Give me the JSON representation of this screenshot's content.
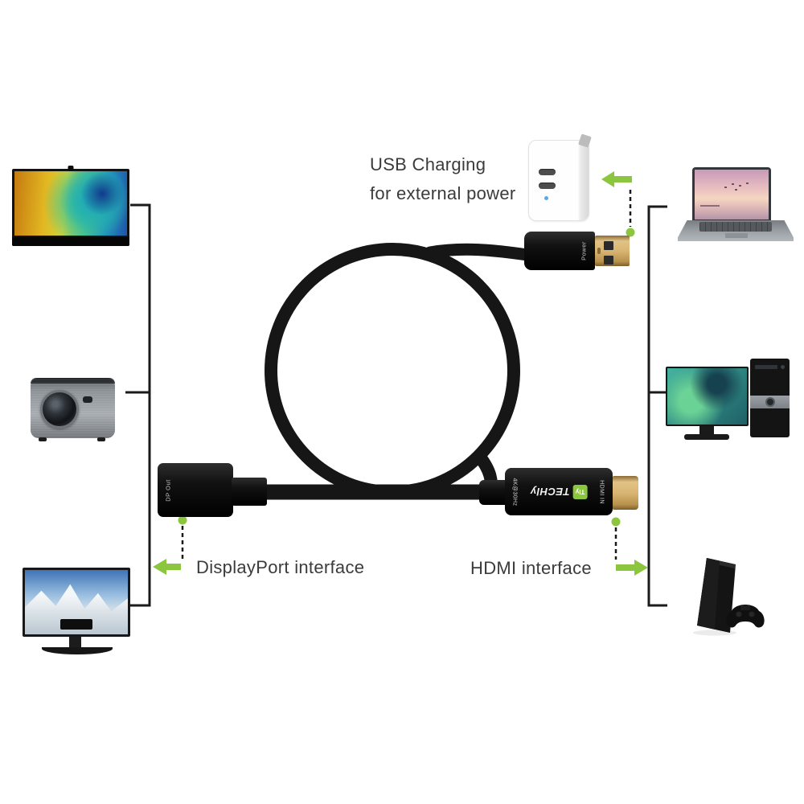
{
  "background": "#ffffff",
  "colors": {
    "accent_green": "#8cc63e",
    "line_black": "#1a1a1a",
    "cable_black": "#161616",
    "connector_gold": "#d2a95e",
    "text_gray": "#3b3b3b"
  },
  "annotations": {
    "usb_line1": "USB Charging",
    "usb_line2": "for external power",
    "displayport_label": "DisplayPort interface",
    "hdmi_label": "HDMI interface"
  },
  "connectors": {
    "usb_power": {
      "label": "Power"
    },
    "displayport_out": {
      "label": "DP Out"
    },
    "hdmi_adapter": {
      "spec_label": "4K@30Hz",
      "brand_wordmark": "TECHly",
      "brand_monogram": "Tly",
      "port_label": "HDMI IN"
    }
  },
  "devices": {
    "left": [
      "widescreen-monitor",
      "projector",
      "desktop-monitor"
    ],
    "right": [
      "laptop",
      "desktop-pc-with-monitor",
      "game-console"
    ]
  }
}
